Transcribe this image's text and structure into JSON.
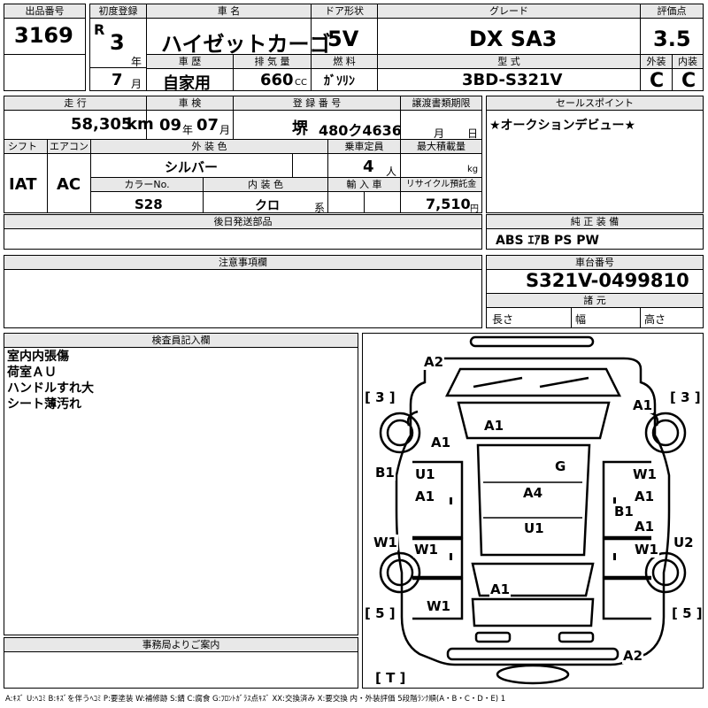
{
  "header": {
    "lot_number_label": "出品番号",
    "lot_number": "3169",
    "first_reg_label": "初度登録",
    "era": "R",
    "reg_year": "3",
    "year_unit": "年",
    "reg_month": "7",
    "month_unit": "月",
    "car_name_label": "車 名",
    "car_name": "ハイゼットカーゴ",
    "door_label": "ドア形状",
    "door": "5V",
    "grade_label": "グレード",
    "grade": "DX SA3",
    "score_label": "評価点",
    "score": "3.5",
    "history_label": "車 歴",
    "history": "自家用",
    "displacement_label": "排 気 量",
    "displacement": "660",
    "cc_unit": "CC",
    "fuel_label": "燃 料",
    "fuel": "ｶﾞｿﾘﾝ",
    "model_label": "型 式",
    "model": "3BD-S321V",
    "exterior_label": "外装",
    "exterior": "C",
    "interior_label": "内装",
    "interior": "C"
  },
  "row2": {
    "mileage_label": "走 行",
    "mileage": "58,305",
    "km_unit": "km",
    "inspection_label": "車 検",
    "insp_year": "09",
    "insp_month": "07",
    "registration_label": "登 録 番 号",
    "plate_area": "堺",
    "plate_number": "480ク4636",
    "transfer_label": "譲渡書類期限",
    "transfer_month": "月",
    "transfer_day": "日",
    "sales_label": "セールスポイント",
    "sales_text": "★オークションデビュー★"
  },
  "row3": {
    "shift_label": "シフト",
    "shift": "IAT",
    "aircon_label": "エアコン",
    "aircon": "AC",
    "color_label": "外 装 色",
    "color": "シルバー",
    "capacity_label": "乗車定員",
    "capacity": "4",
    "capacity_unit": "人",
    "load_label": "最大積載量",
    "load_unit": "kg",
    "color_no_label": "カラーNo.",
    "color_no": "S28",
    "int_color_label": "内 装 色",
    "int_color": "クロ",
    "int_color_unit": "系",
    "import_label": "輸 入 車",
    "recycle_label": "リサイクル預託金",
    "recycle": "7,510",
    "yen_unit": "円"
  },
  "later_parts_label": "後日発送部品",
  "genuine_label": "純 正 装 備",
  "genuine": "ABS ｴｱB PS PW",
  "caution_label": "注意事項欄",
  "chassis_label": "車台番号",
  "chassis": "S321V-0499810",
  "specs_label": "諸 元",
  "length_label": "長さ",
  "width_label": "幅",
  "height_label": "高さ",
  "inspector_label": "検査員記入欄",
  "inspector_notes": [
    "室内内張傷",
    "荷室ＡＵ",
    "ハンドルすれ大",
    "シート薄汚れ"
  ],
  "office_label": "事務局よりご案内",
  "diagram": {
    "tire_fl": "[ 3 ]",
    "tire_fr": "[ 3 ]",
    "tire_rl": "[ 5 ]",
    "tire_rr": "[ 5 ]",
    "spare": "[ T ]",
    "marks": [
      "A2",
      "A1",
      "A1",
      "A1",
      "G",
      "B1",
      "U1",
      "A1",
      "A4",
      "W1",
      "A1",
      "B1",
      "U1",
      "A1",
      "W1",
      "W1",
      "U2",
      "W1",
      "A1",
      "W1",
      "A2"
    ]
  },
  "legend": "A:ｷｽﾞ U:ﾍｺﾐ B:ｷｽﾞを伴うﾍｺﾐ P:要塗装 W:補修跡 S:錆 C:腐食 G:ﾌﾛﾝﾄｶﾞﾗｽ点ｷｽﾞ XX:交換済み X:要交換 内・外装評価 5段階ﾗﾝｸ順(A・B・C・D・E) 1"
}
